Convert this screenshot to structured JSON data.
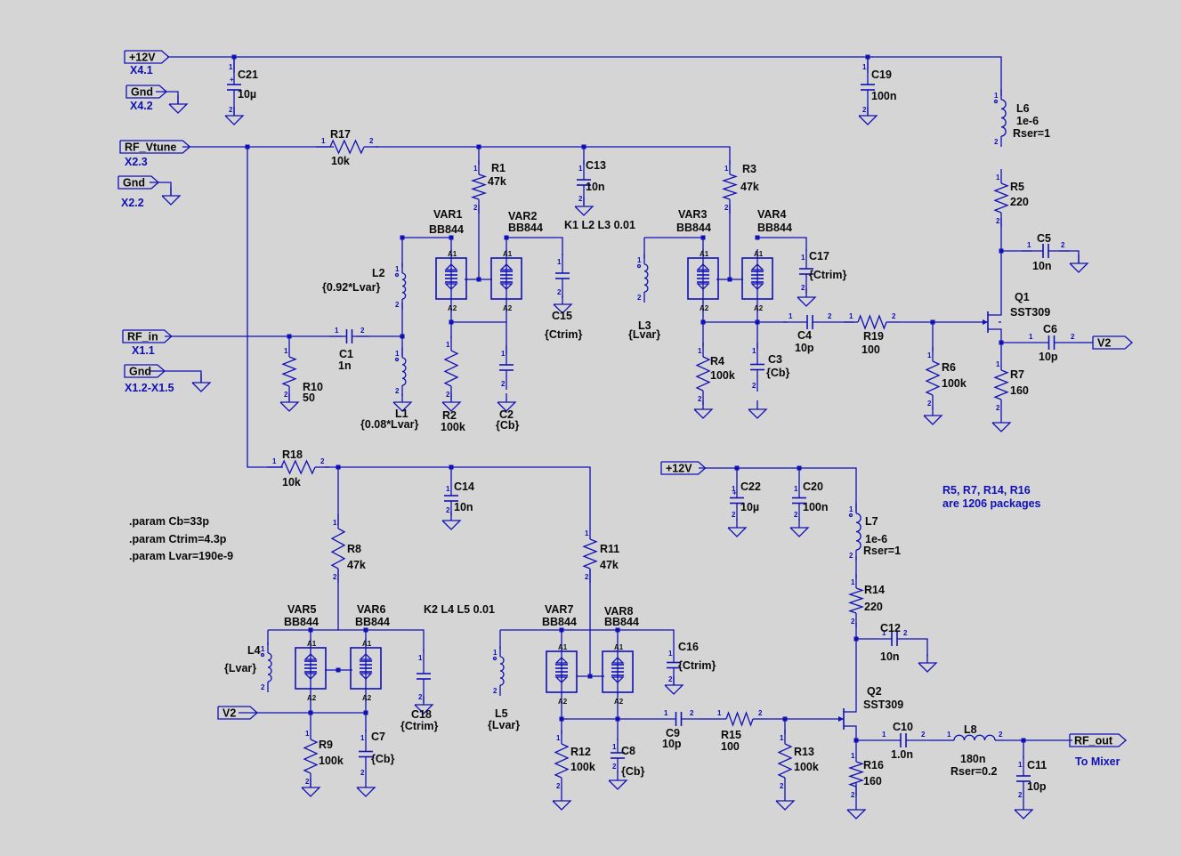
{
  "colors": {
    "background": "#d5d5d5",
    "wire": "#1010b8",
    "text": "#0a0a0a"
  },
  "ports": {
    "p12v_top": "+12V",
    "x41": "X4.1",
    "gnd_top": "Gnd",
    "x42": "X4.2",
    "rf_vtune": "RF_Vtune",
    "x23": "X2.3",
    "gnd2": "Gnd",
    "x22": "X2.2",
    "rf_in": "RF_in",
    "x11": "X1.1",
    "gnd1": "Gnd",
    "x12": "X1.2-X1.5",
    "p12v_mid": "+12V",
    "v2_out": "V2",
    "v2_in": "V2",
    "rf_out": "RF_out",
    "to_mixer": "To Mixer"
  },
  "components": {
    "C21": {
      "ref": "C21",
      "val": "10µ"
    },
    "C19": {
      "ref": "C19",
      "val": "100n"
    },
    "L6": {
      "ref": "L6",
      "val": "1e-6",
      "extra": "Rser=1"
    },
    "R17": {
      "ref": "R17",
      "val": "10k"
    },
    "R1": {
      "ref": "R1",
      "val": "47k"
    },
    "C13": {
      "ref": "C13",
      "val": "10n"
    },
    "R3": {
      "ref": "R3",
      "val": "47k"
    },
    "R5": {
      "ref": "R5",
      "val": "220"
    },
    "VAR1": {
      "ref": "VAR1",
      "val": "BB844"
    },
    "VAR2": {
      "ref": "VAR2",
      "val": "BB844"
    },
    "VAR3": {
      "ref": "VAR3",
      "val": "BB844"
    },
    "VAR4": {
      "ref": "VAR4",
      "val": "BB844"
    },
    "C17": {
      "ref": "C17",
      "val": "{Ctrim}"
    },
    "C5": {
      "ref": "C5",
      "val": "10n"
    },
    "L2": {
      "ref": "L2",
      "val": "{0.92*Lvar}"
    },
    "L3": {
      "ref": "L3",
      "val": "{Lvar}"
    },
    "C15": {
      "ref": "C15",
      "val": "{Ctrim}"
    },
    "Q1": {
      "ref": "Q1",
      "val": "SST309"
    },
    "C1": {
      "ref": "C1",
      "val": "1n"
    },
    "C4": {
      "ref": "C4",
      "val": "10p"
    },
    "R19": {
      "ref": "R19",
      "val": "100"
    },
    "C6": {
      "ref": "C6",
      "val": "10p"
    },
    "R10": {
      "ref": "R10",
      "val": "50"
    },
    "L1": {
      "ref": "L1",
      "val": "{0.08*Lvar}"
    },
    "R2": {
      "ref": "R2",
      "val": "100k"
    },
    "C2": {
      "ref": "C2",
      "val": "{Cb}"
    },
    "R4": {
      "ref": "R4",
      "val": "100k"
    },
    "C3": {
      "ref": "C3",
      "val": "{Cb}"
    },
    "R6": {
      "ref": "R6",
      "val": "100k"
    },
    "R7": {
      "ref": "R7",
      "val": "160"
    },
    "R18": {
      "ref": "R18",
      "val": "10k"
    },
    "C14": {
      "ref": "C14",
      "val": "10n"
    },
    "C22": {
      "ref": "C22",
      "val": "10µ"
    },
    "C20": {
      "ref": "C20",
      "val": "100n"
    },
    "L7": {
      "ref": "L7",
      "val": "1e-6",
      "extra": "Rser=1"
    },
    "R8": {
      "ref": "R8",
      "val": "47k"
    },
    "R11": {
      "ref": "R11",
      "val": "47k"
    },
    "R14": {
      "ref": "R14",
      "val": "220"
    },
    "VAR5": {
      "ref": "VAR5",
      "val": "BB844"
    },
    "VAR6": {
      "ref": "VAR6",
      "val": "BB844"
    },
    "VAR7": {
      "ref": "VAR7",
      "val": "BB844"
    },
    "VAR8": {
      "ref": "VAR8",
      "val": "BB844"
    },
    "C12": {
      "ref": "C12",
      "val": "10n"
    },
    "L4": {
      "ref": "L4",
      "val": "{Lvar}"
    },
    "L5": {
      "ref": "L5",
      "val": "{Lvar}"
    },
    "C16": {
      "ref": "C16",
      "val": "{Ctrim}"
    },
    "C18": {
      "ref": "C18",
      "val": "{Ctrim}"
    },
    "Q2": {
      "ref": "Q2",
      "val": "SST309"
    },
    "R9": {
      "ref": "R9",
      "val": "100k"
    },
    "C7": {
      "ref": "C7",
      "val": "{Cb}"
    },
    "C9": {
      "ref": "C9",
      "val": "10p"
    },
    "R15": {
      "ref": "R15",
      "val": "100"
    },
    "C10": {
      "ref": "C10",
      "val": "1.0n"
    },
    "L8": {
      "ref": "L8",
      "val": "180n",
      "extra": "Rser=0.2"
    },
    "R12": {
      "ref": "R12",
      "val": "100k"
    },
    "C8": {
      "ref": "C8",
      "val": "{Cb}"
    },
    "R13": {
      "ref": "R13",
      "val": "100k"
    },
    "R16": {
      "ref": "R16",
      "val": "160"
    },
    "C11": {
      "ref": "C11",
      "val": "10p"
    }
  },
  "directives": {
    "k1": "K1 L2 L3 0.01",
    "k2": "K2 L4 L5 0.01",
    "params": [
      ".param Cb=33p",
      ".param Ctrim=4.3p",
      ".param Lvar=190e-9"
    ]
  },
  "note": [
    "R5, R7, R14, R16",
    "are 1206 packages"
  ]
}
